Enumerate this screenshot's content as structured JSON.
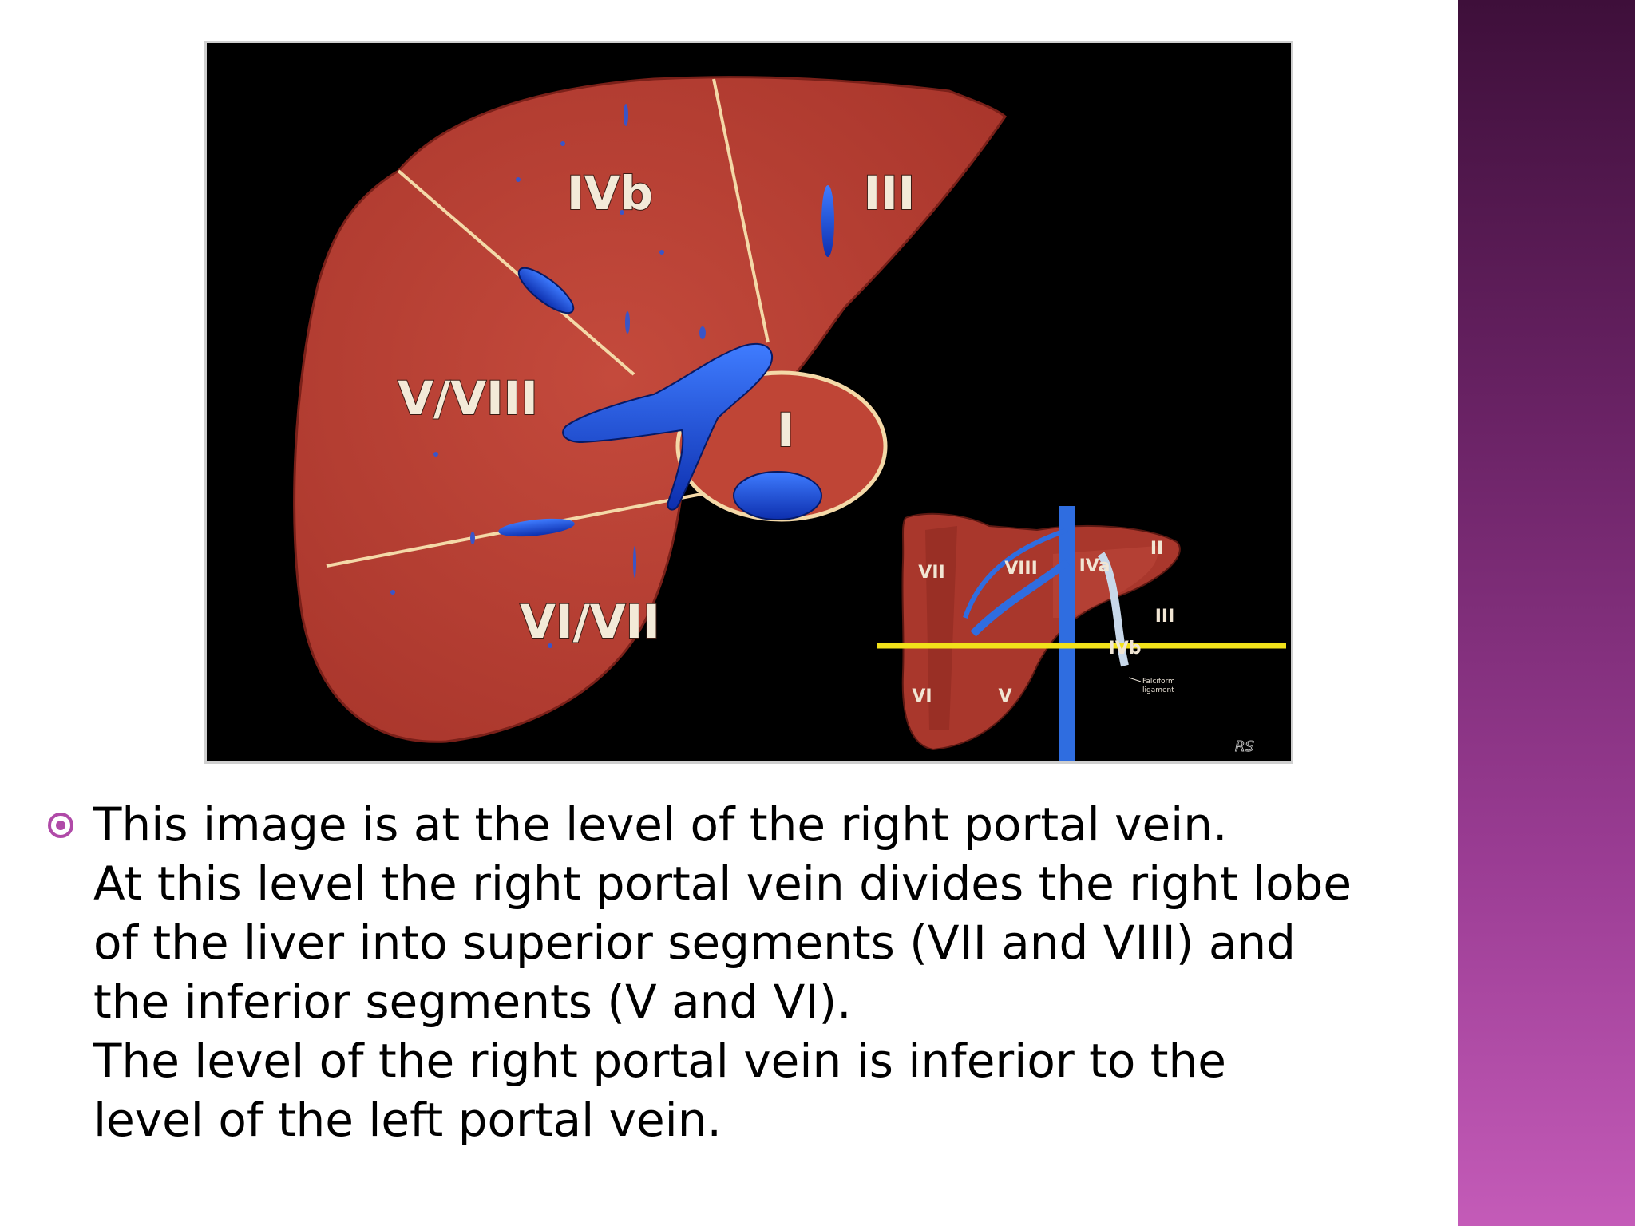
{
  "slide": {
    "accent_color": "#b04aa8",
    "band_colors": [
      "#3e0f3a",
      "#c45bb8"
    ]
  },
  "figure": {
    "main_labels": {
      "ivb": "IVb",
      "iii": "III",
      "v_viii": "V/VIII",
      "i": "I",
      "vi_vii": "VI/VII"
    },
    "inset_labels": {
      "vii": "VII",
      "viii": "VIII",
      "iva": "IVa",
      "ii": "II",
      "iii": "III",
      "ivb": "IVb",
      "vi": "VI",
      "v": "V",
      "falciform_line1": "Falciform",
      "falciform_line2": "ligament",
      "watermark": "RS"
    },
    "colors": {
      "liver": "#b63b30",
      "vein": "#1d4fd8",
      "boundary": "#f4d9a8",
      "level_line": "#f2e21a"
    }
  },
  "caption": {
    "lines": [
      "This image is at the level of the right portal vein.",
      "At this level the right portal vein divides the right lobe",
      "of the liver into superior segments (VII and VIII) and",
      "the inferior segments (V and VI).",
      "The level of the right portal vein is inferior to the",
      "level of the left portal vein."
    ]
  }
}
